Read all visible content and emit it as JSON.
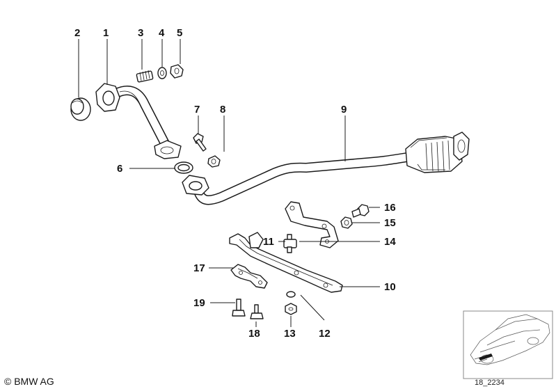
{
  "labels": {
    "p1": "1",
    "p2": "2",
    "p3": "3",
    "p4": "4",
    "p5": "5",
    "p6": "6",
    "p7": "7",
    "p8": "8",
    "p9": "9",
    "p10": "10",
    "p11": "11",
    "p12": "12",
    "p13": "13",
    "p14": "14",
    "p15": "15",
    "p16": "16",
    "p17": "17",
    "p18": "18",
    "p19": "19"
  },
  "footer": {
    "copyright": "© BMW AG",
    "reference": "18_2234"
  }
}
